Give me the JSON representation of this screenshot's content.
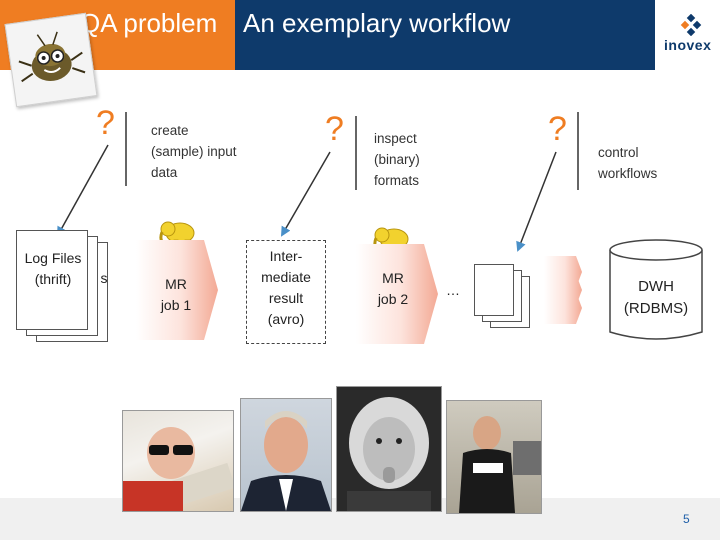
{
  "header": {
    "left_title": "QA problem",
    "right_title": "An exemplary workflow",
    "logo_text": "inovex"
  },
  "workflow": {
    "question_mark": "?",
    "notes": [
      "create\n(sample) input\ndata",
      "inspect\n(binary)\nformats",
      "control\nworkflows"
    ],
    "log_files_label": "Log Files\n(thrift)",
    "log_files_stack_edge": "s",
    "mr_job_1": "MR\njob 1",
    "intermediate_label": "Inter-\nmediate\nresult\n(avro)",
    "mr_job_2": "MR\njob 2",
    "ellipsis": "…",
    "dwh_label": "DWH\n(RDBMS)"
  },
  "slide": {
    "page_number": "5"
  },
  "colors": {
    "accent_orange": "#ef7d22",
    "header_blue": "#0e3a6b",
    "hadoop_yellow": "#f2d22e"
  },
  "icons": [
    "bug-icon",
    "hadoop-elephant-icon",
    "inovex-logo-icon",
    "arrow-icon",
    "database-cylinder-icon"
  ]
}
